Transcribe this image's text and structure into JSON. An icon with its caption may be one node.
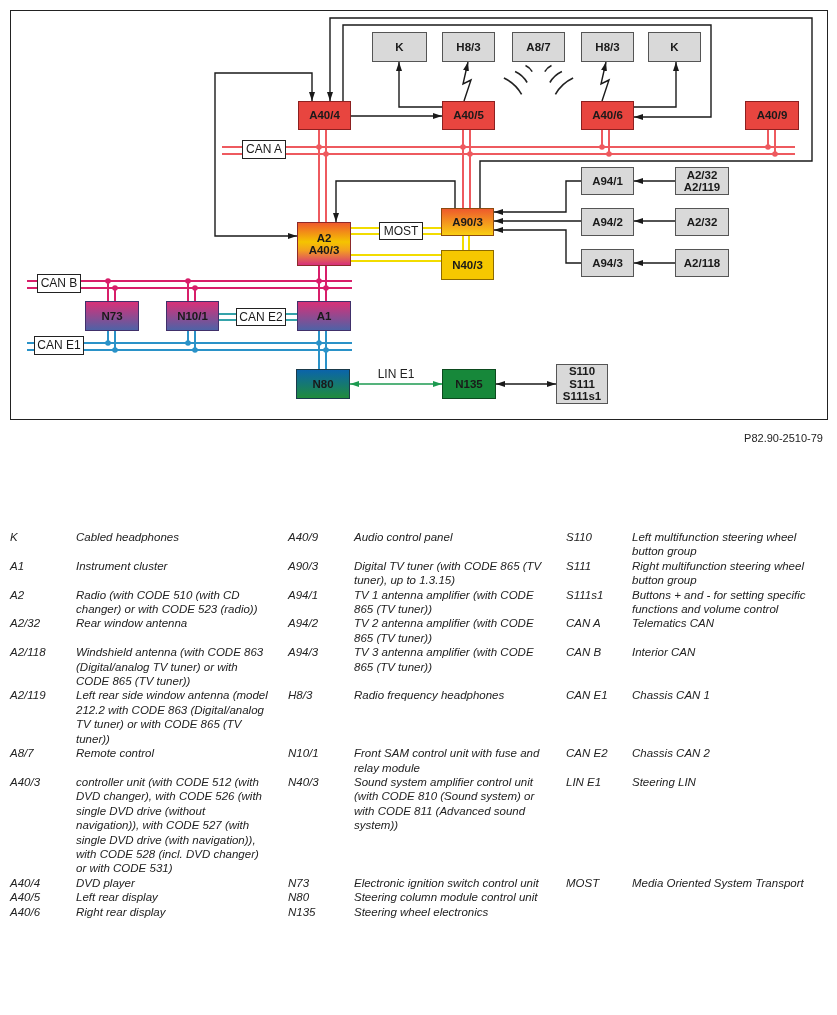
{
  "diagram": {
    "nodes": [
      {
        "text": [
          "K"
        ]
      },
      {
        "text": [
          "H8/3"
        ]
      },
      {
        "text": [
          "A8/7"
        ]
      },
      {
        "text": [
          "H8/3"
        ]
      },
      {
        "text": [
          "K"
        ]
      },
      {
        "text": [
          "A40/4"
        ]
      },
      {
        "text": [
          "A40/5"
        ]
      },
      {
        "text": [
          "A40/6"
        ]
      },
      {
        "text": [
          "A40/9"
        ]
      },
      {
        "text": [
          "CAN A"
        ]
      },
      {
        "text": [
          "A94/1"
        ]
      },
      {
        "text": [
          "A2/32",
          "A2/119"
        ]
      },
      {
        "text": [
          "A2",
          "A40/3"
        ]
      },
      {
        "text": [
          "MOST"
        ]
      },
      {
        "text": [
          "A90/3"
        ]
      },
      {
        "text": [
          "A94/2"
        ]
      },
      {
        "text": [
          "A2/32"
        ]
      },
      {
        "text": [
          "N40/3"
        ]
      },
      {
        "text": [
          "A94/3"
        ]
      },
      {
        "text": [
          "A2/118"
        ]
      },
      {
        "text": [
          "CAN B"
        ]
      },
      {
        "text": [
          "N73"
        ]
      },
      {
        "text": [
          "N10/1"
        ]
      },
      {
        "text": [
          "CAN E2"
        ]
      },
      {
        "text": [
          "A1"
        ]
      },
      {
        "text": [
          "CAN E1"
        ]
      },
      {
        "text": [
          "N80"
        ]
      },
      {
        "text": [
          "N135"
        ]
      },
      {
        "text": [
          "S110",
          "S111",
          "S111s1"
        ]
      }
    ],
    "edges": [
      {
        "from": 14,
        "to": 5,
        "arrow": "to"
      },
      {
        "from": 5,
        "to": 7,
        "arrow": "to"
      },
      {
        "from": 5,
        "to": 12,
        "arrow": "both"
      },
      {
        "from": 5,
        "to": 6,
        "arrow": "to"
      },
      {
        "from": 6,
        "to": 0,
        "arrow": "to"
      },
      {
        "from": 6,
        "to": 1,
        "arrow": "to"
      },
      {
        "from": 7,
        "to": 3,
        "arrow": "to"
      },
      {
        "from": 7,
        "to": 4,
        "arrow": "to"
      },
      {
        "from": 14,
        "to": 12,
        "arrow": "to"
      },
      {
        "from": 10,
        "to": 14,
        "arrow": "to"
      },
      {
        "from": 15,
        "to": 14,
        "arrow": "to"
      },
      {
        "from": 18,
        "to": 14,
        "arrow": "to"
      },
      {
        "from": 11,
        "to": 10,
        "arrow": "to"
      },
      {
        "from": 16,
        "to": 15,
        "arrow": "to"
      },
      {
        "from": 19,
        "to": 18,
        "arrow": "to"
      },
      {
        "from": 5,
        "to": 9,
        "arrow": "none",
        "color": "#ee5a5f"
      },
      {
        "from": 6,
        "to": 9,
        "arrow": "none",
        "color": "#ee5a5f"
      },
      {
        "from": 7,
        "to": 9,
        "arrow": "none",
        "color": "#ee5a5f"
      },
      {
        "from": 8,
        "to": 9,
        "arrow": "none",
        "color": "#ee5a5f"
      },
      {
        "from": 12,
        "to": 9,
        "arrow": "none",
        "color": "#ee5a5f"
      },
      {
        "from": 14,
        "to": 9,
        "arrow": "none",
        "color": "#ee5a5f"
      },
      {
        "from": 12,
        "to": 13,
        "arrow": "none",
        "color": "#f2dc00"
      },
      {
        "from": 14,
        "to": 13,
        "arrow": "none",
        "color": "#f2dc00"
      },
      {
        "from": 12,
        "to": 17,
        "arrow": "none",
        "color": "#f2dc00"
      },
      {
        "from": 14,
        "to": 17,
        "arrow": "none",
        "color": "#f2dc00"
      },
      {
        "from": 21,
        "to": 20,
        "arrow": "none",
        "color": "#d81e6a"
      },
      {
        "from": 22,
        "to": 20,
        "arrow": "none",
        "color": "#d81e6a"
      },
      {
        "from": 12,
        "to": 20,
        "arrow": "none",
        "color": "#d81e6a"
      },
      {
        "from": 24,
        "to": 20,
        "arrow": "none",
        "color": "#d81e6a"
      },
      {
        "from": 22,
        "to": 23,
        "arrow": "none",
        "color": "#35a3aa"
      },
      {
        "from": 24,
        "to": 23,
        "arrow": "none",
        "color": "#35a3aa"
      },
      {
        "from": 21,
        "to": 25,
        "arrow": "none",
        "color": "#2a92c8"
      },
      {
        "from": 22,
        "to": 25,
        "arrow": "none",
        "color": "#2a92c8"
      },
      {
        "from": 24,
        "to": 25,
        "arrow": "none",
        "color": "#2a92c8"
      },
      {
        "from": 26,
        "to": 25,
        "arrow": "none",
        "color": "#2a92c8"
      },
      {
        "from": 26,
        "to": 27,
        "arrow": "both",
        "label": "LIN E1",
        "color": "#1c9a50"
      },
      {
        "from": 27,
        "to": 28,
        "arrow": "both"
      }
    ],
    "labels": [
      "P82.90-2510-79",
      "K",
      "Cabled headphones",
      "A40/9",
      "Audio control panel",
      "S110",
      "Left multifunction steering wheel button group",
      "A1",
      "Instrument cluster",
      "A90/3",
      "Digital TV tuner (with CODE 865 (TV tuner), up to 1.3.15)",
      "S111",
      "Right multifunction steering wheel button group",
      "A2",
      "Radio (with CODE 510 (with CD changer) or with CODE 523 (radio))",
      "A94/1",
      "TV 1 antenna amplifier (with CODE 865 (TV tuner))",
      "S111s1",
      "Buttons + and - for setting specific functions and volume control",
      "A2/32",
      "Rear window antenna",
      "A94/2",
      "TV 2 antenna amplifier (with CODE 865 (TV tuner))",
      "CAN A",
      "Telematics CAN",
      "A2/118",
      "Windshield antenna (with CODE 863 (Digital/analog TV tuner) or with CODE 865 (TV tuner))",
      "A94/3",
      "TV 3 antenna amplifier (with CODE 865 (TV tuner))",
      "CAN B",
      "Interior CAN",
      "A2/119",
      "Left rear side window antenna (model 212.2 with CODE 863 (Digital/analog TV tuner) or with CODE 865 (TV tuner))",
      "H8/3",
      "Radio frequency headphones",
      "CAN E1",
      "Chassis CAN 1",
      "A8/7",
      "Remote control",
      "N10/1",
      "Front SAM control unit with fuse and relay module",
      "CAN E2",
      "Chassis CAN 2",
      "A40/3",
      "controller unit (with CODE 512 (with DVD changer), with CODE 526 (with single DVD drive (without navigation)), with CODE 527 (with single DVD drive (with navigation)), with CODE 528 (incl. DVD changer) or with CODE 531)",
      "N40/3",
      "Sound system amplifier control unit (with CODE 810 (Sound system) or with CODE 811 (Advanced sound system))",
      "LIN E1",
      "Steering LIN",
      "A40/4",
      "DVD player",
      "N73",
      "Electronic ignition switch control unit",
      "MOST",
      "Media Oriented System Transport",
      "A40/5",
      "Left rear display",
      "N80",
      "Steering column module control unit",
      "A40/6",
      "Right rear display",
      "N135",
      "Steering wheel electronics"
    ]
  }
}
